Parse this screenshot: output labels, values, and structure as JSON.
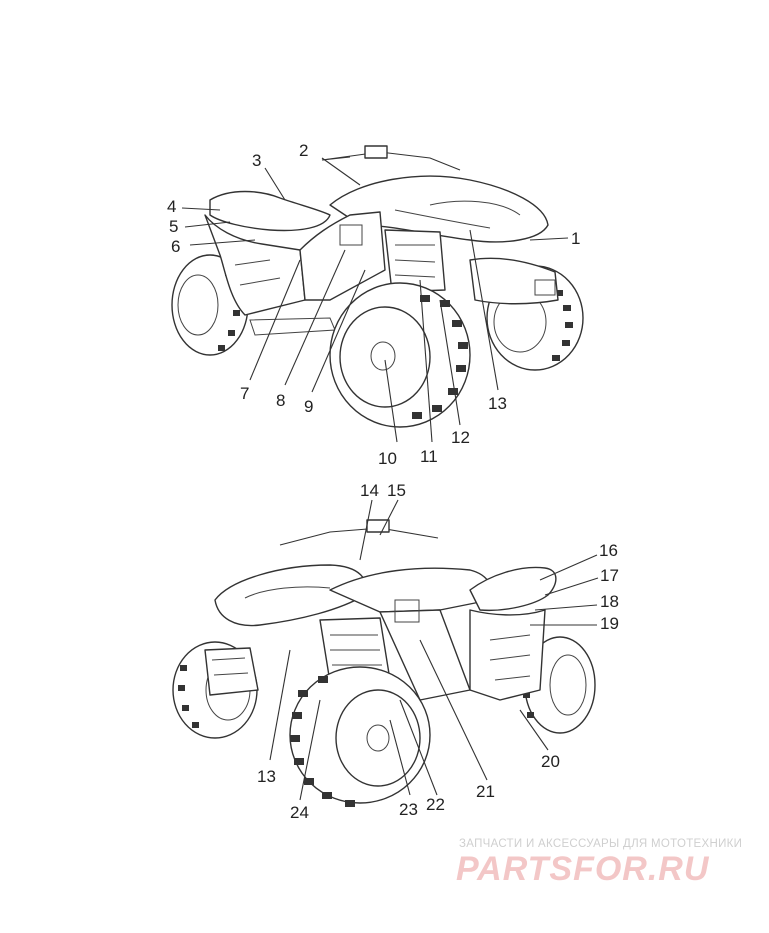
{
  "top_view": {
    "callouts": [
      "1",
      "2",
      "3",
      "4",
      "5",
      "6",
      "7",
      "8",
      "9",
      "10",
      "11",
      "12",
      "13"
    ]
  },
  "bottom_view": {
    "callouts": [
      "14",
      "15",
      "16",
      "17",
      "18",
      "19",
      "20",
      "21",
      "22",
      "23",
      "24",
      "13"
    ]
  },
  "watermark": {
    "tagline": "ЗАПЧАСТИ И АКСЕССУАРЫ ДЛЯ МОТОТЕХНИКИ",
    "logo": "PARTSFOR.RU",
    "color": "#f3c7c7"
  },
  "colors": {
    "line": "#333333",
    "background": "#ffffff"
  }
}
